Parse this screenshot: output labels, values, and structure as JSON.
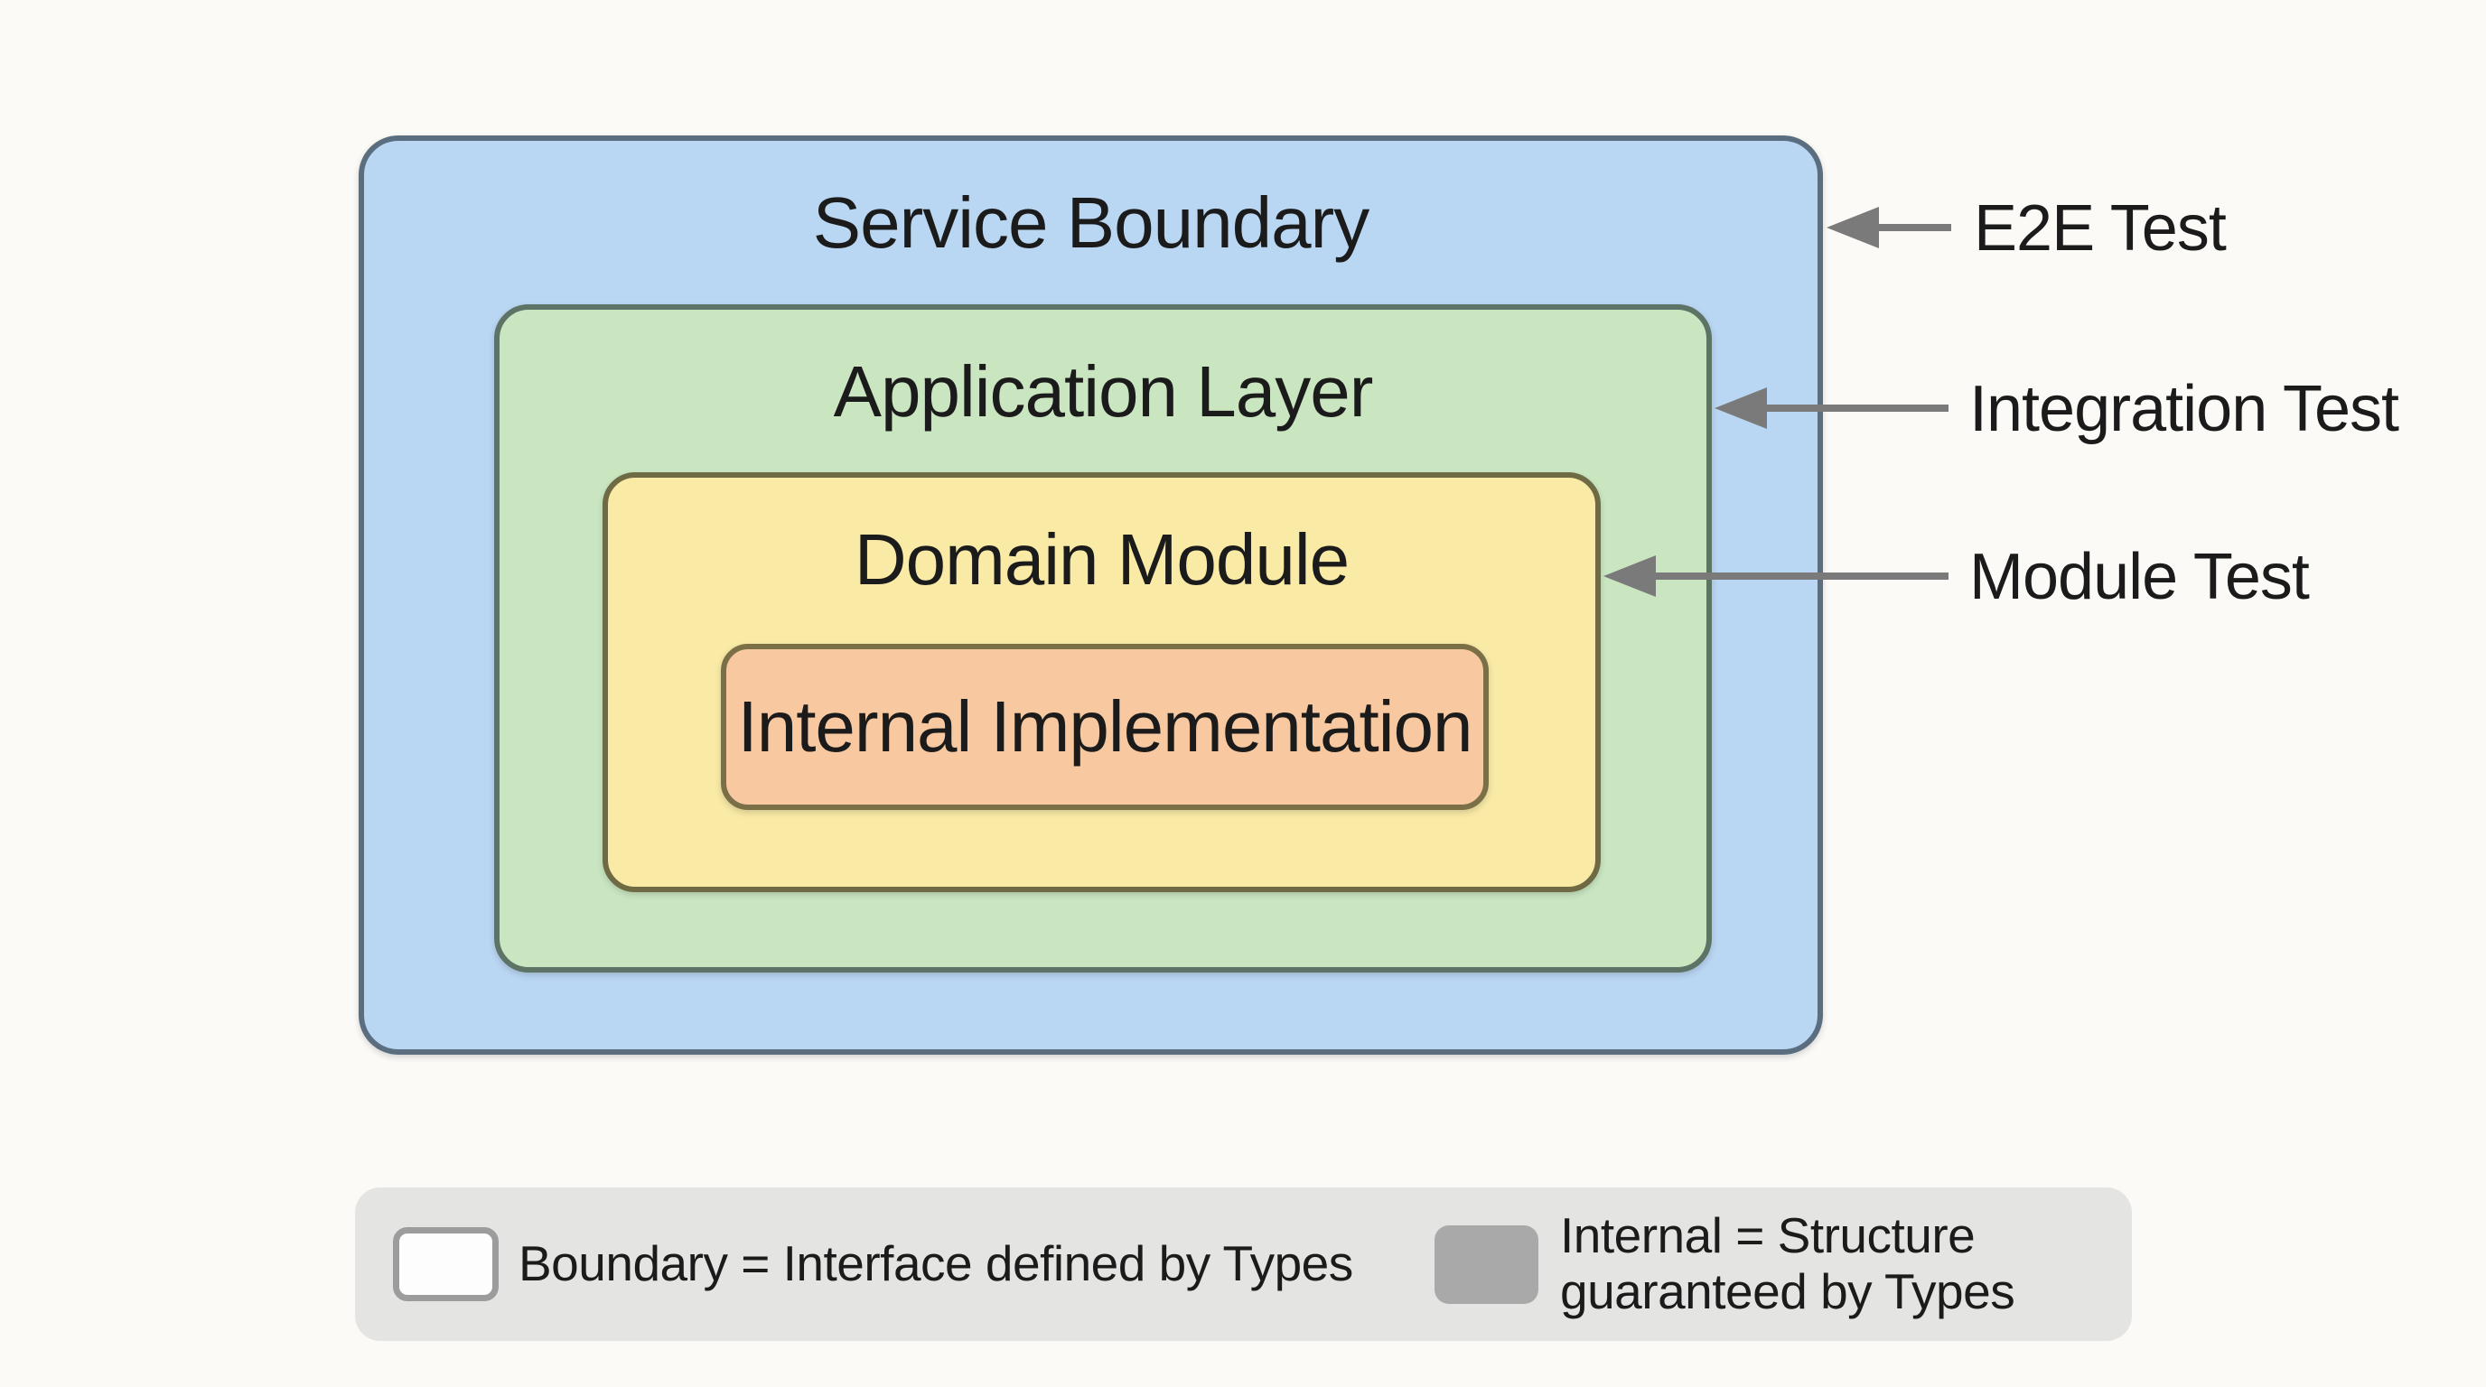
{
  "page_background": "#fbfaf7",
  "text_color": "#1b1b1b",
  "diagram": {
    "layers": [
      {
        "id": "service-boundary",
        "label": "Service Boundary",
        "fill": "#b9d6f2",
        "border": "#5a6e80"
      },
      {
        "id": "application-layer",
        "label": "Application Layer",
        "fill": "#c9e6c1",
        "border": "#5d7365"
      },
      {
        "id": "domain-module",
        "label": "Domain Module",
        "fill": "#f9eaa6",
        "border": "#6e6a43"
      },
      {
        "id": "internal-implementation",
        "label": "Internal Implementation",
        "fill": "#f8c9a0",
        "border": "#7b6f47"
      }
    ],
    "arrow_color": "#7a7a7a",
    "test_annotations": [
      {
        "label": "E2E Test",
        "points_to": "Service Boundary"
      },
      {
        "label": "Integration Test",
        "points_to": "Application Layer"
      },
      {
        "label": "Module Test",
        "points_to": "Domain Module"
      }
    ]
  },
  "legend": {
    "background": "#e4e4e2",
    "items": [
      {
        "swatch_fill": "#fdfdfd",
        "swatch_border": "#9c9c9c",
        "label": "Boundary = Interface defined by Types"
      },
      {
        "swatch_fill": "#a9a9a9",
        "label_line1": "Internal = Structure",
        "label_line2": "guaranteed by Types"
      }
    ]
  }
}
